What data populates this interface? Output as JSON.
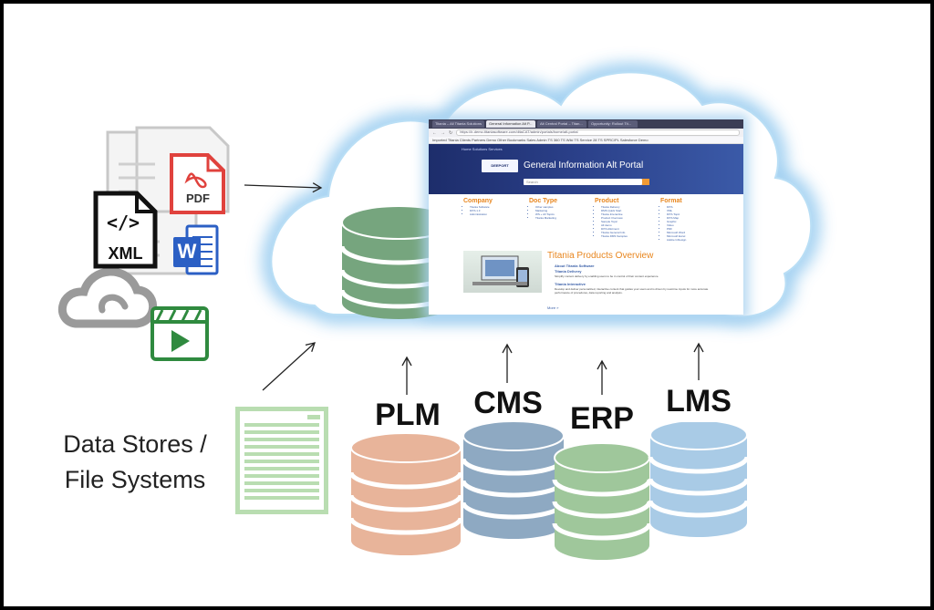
{
  "labels": {
    "data_stores_line1": "Data Stores /",
    "data_stores_line2": "File Systems",
    "plm": "PLM",
    "cms": "CMS",
    "erp": "ERP",
    "lms": "LMS"
  },
  "file_icons": {
    "pdf": "PDF",
    "xml": "XML",
    "xml_symbol": "</>",
    "word": "W"
  },
  "colors": {
    "frame": "#000000",
    "cloud_glow": "#8ec8ee",
    "cloud_db": "#76a57e",
    "plm_db": "#e8b49a",
    "cms_db": "#8ea9c2",
    "erp_db": "#9fc79b",
    "lms_db": "#a9cbe6",
    "document": "#b9ddb1",
    "pdf_red": "#e0423d",
    "word_blue": "#2b5fc4",
    "video_green": "#2f8a3f",
    "cc_gray": "#9a9a9a"
  },
  "browser": {
    "tabs": [
      "Titania – All Titania Solutions",
      "General Information Alt P...",
      "Alt Central Portal – Titan...",
      "Opportunity: Rollout Tit..."
    ],
    "url": "https://ir-demo.titaniasoftware.com/ditaCAT/admin/portals/home/alt-portal",
    "bookmarks": "Imported   Titania   Clients   Partners   Demo   Other Bookmarks   Sales Admin   TS 360   TS Wiki   TS Service 28   TS SPRC/PL   Salesforce Demo",
    "nav": "Home    Solutions    Services",
    "logo": "DEEPORT",
    "title": "General Information Alt Portal",
    "search_placeholder": "Search",
    "categories": [
      {
        "heading": "Company",
        "items": [
          "Titania Software",
          "DITA 1.3",
          "Administration"
        ]
      },
      {
        "heading": "Doc Type",
        "items": [
          "Other samples",
          "Marketing",
          "WS + All Topics",
          "Titania Marketing"
        ]
      },
      {
        "heading": "Product",
        "items": [
          "Titania Delivery",
          "DMS Quick Start",
          "Titania Interactive",
          "Product Overview",
          "Sample Topic",
          "All demo",
          "DITA Allotment",
          "Titania General Info",
          "Titania DMS Samples"
        ]
      },
      {
        "heading": "Format",
        "items": [
          "DITA",
          "XML",
          "DITA Topic",
          "DITA Map",
          "Graphic",
          "Video",
          "PDF",
          "Microsoft Word",
          "Microsoft Excel",
          "Adobe InDesign"
        ]
      }
    ],
    "overview_title": "Titania Products Overview",
    "overview_link1": "About Titania Software",
    "overview_link2": "Titania Delivery",
    "overview_text1": "Simplify content delivery by enabling users to be in control of their content experience.",
    "overview_link3": "Titania Interactive",
    "overview_text2": "Develop and deliver personalized, interactive content that guides your users and is driven by real-time inputs for more accurate performance of procedures, data reporting and analysis.",
    "overview_more": "More »"
  }
}
